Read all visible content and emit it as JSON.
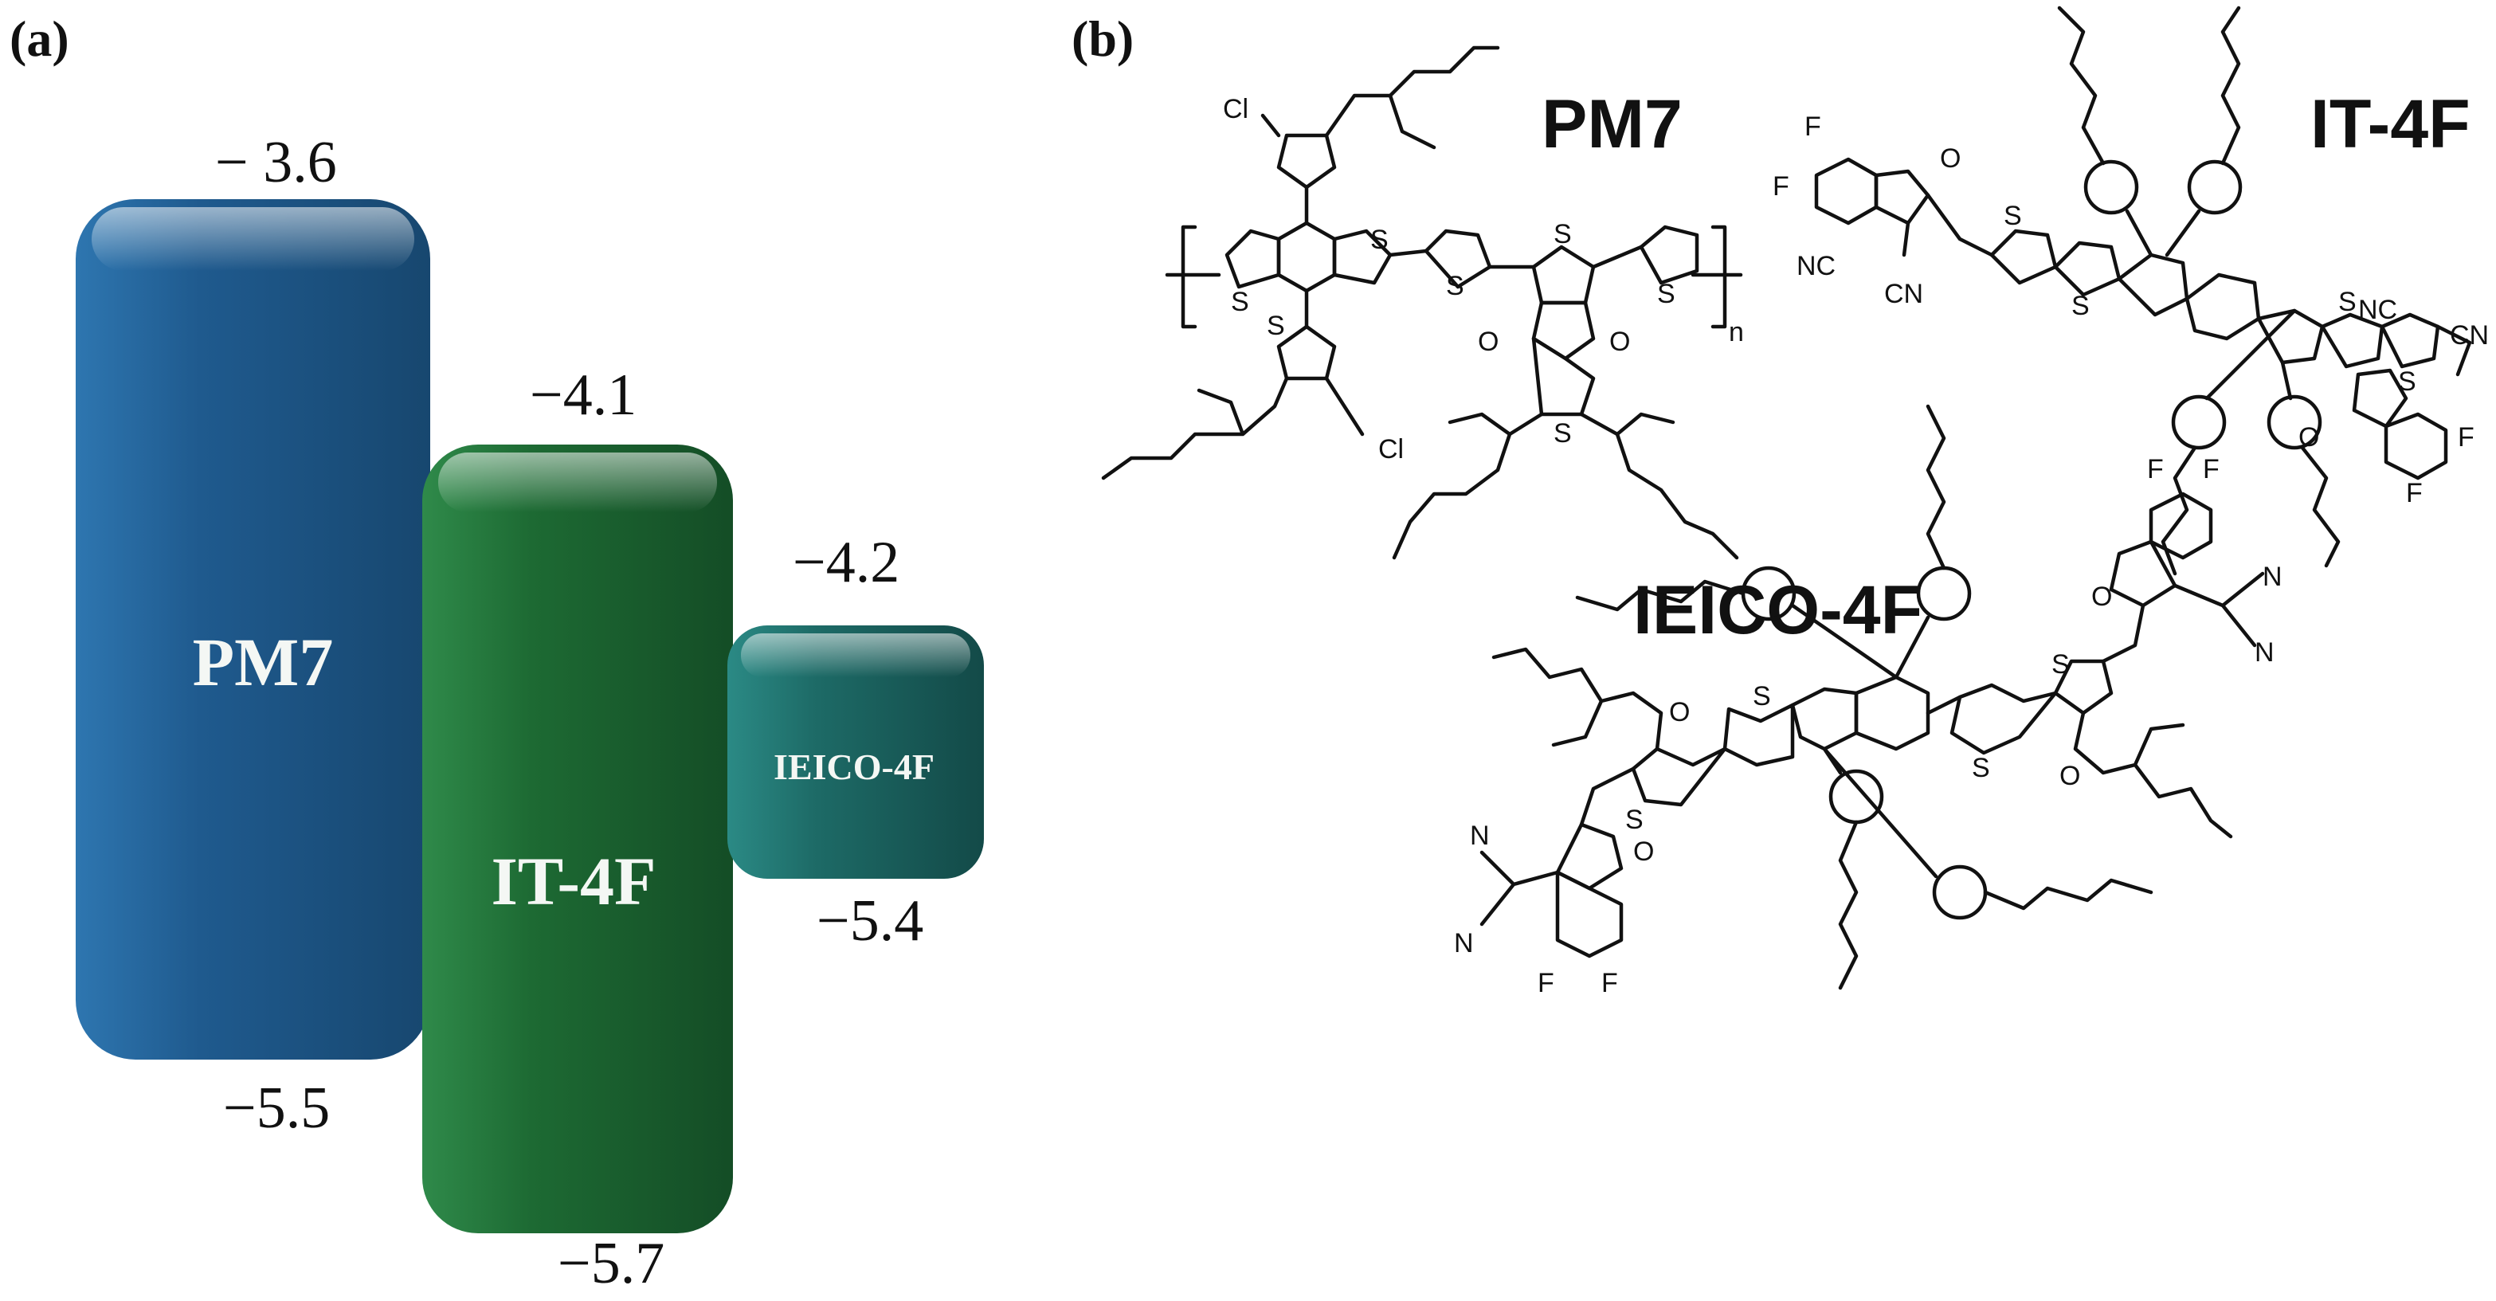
{
  "panels": {
    "a": "(a)",
    "b": "(b)"
  },
  "energy_diagram": {
    "bars": [
      {
        "name": "PM7",
        "lumo": "− 3.6",
        "homo": "−5.5",
        "color": "#1f5a8e"
      },
      {
        "name": "IT-4F",
        "lumo": "−4.1",
        "homo": "−5.7",
        "color": "#1d6a33"
      },
      {
        "name": "IEICO-4F",
        "lumo": "−4.2",
        "homo": "−5.4",
        "color": "#1d6a66"
      }
    ]
  },
  "molecules": {
    "pm7": {
      "name": "PM7",
      "atoms": {
        "cl_top": "Cl",
        "cl_bottom": "Cl",
        "s": "S",
        "o": "O",
        "n": "n"
      }
    },
    "it4f": {
      "name": "IT-4F",
      "atoms": {
        "f": "F",
        "nc": "NC",
        "cn": "CN",
        "s": "S",
        "o": "O"
      }
    },
    "ieico4f": {
      "name": "IEICO-4F",
      "atoms": {
        "f": "F",
        "n": "N",
        "s": "S",
        "o": "O"
      }
    }
  }
}
